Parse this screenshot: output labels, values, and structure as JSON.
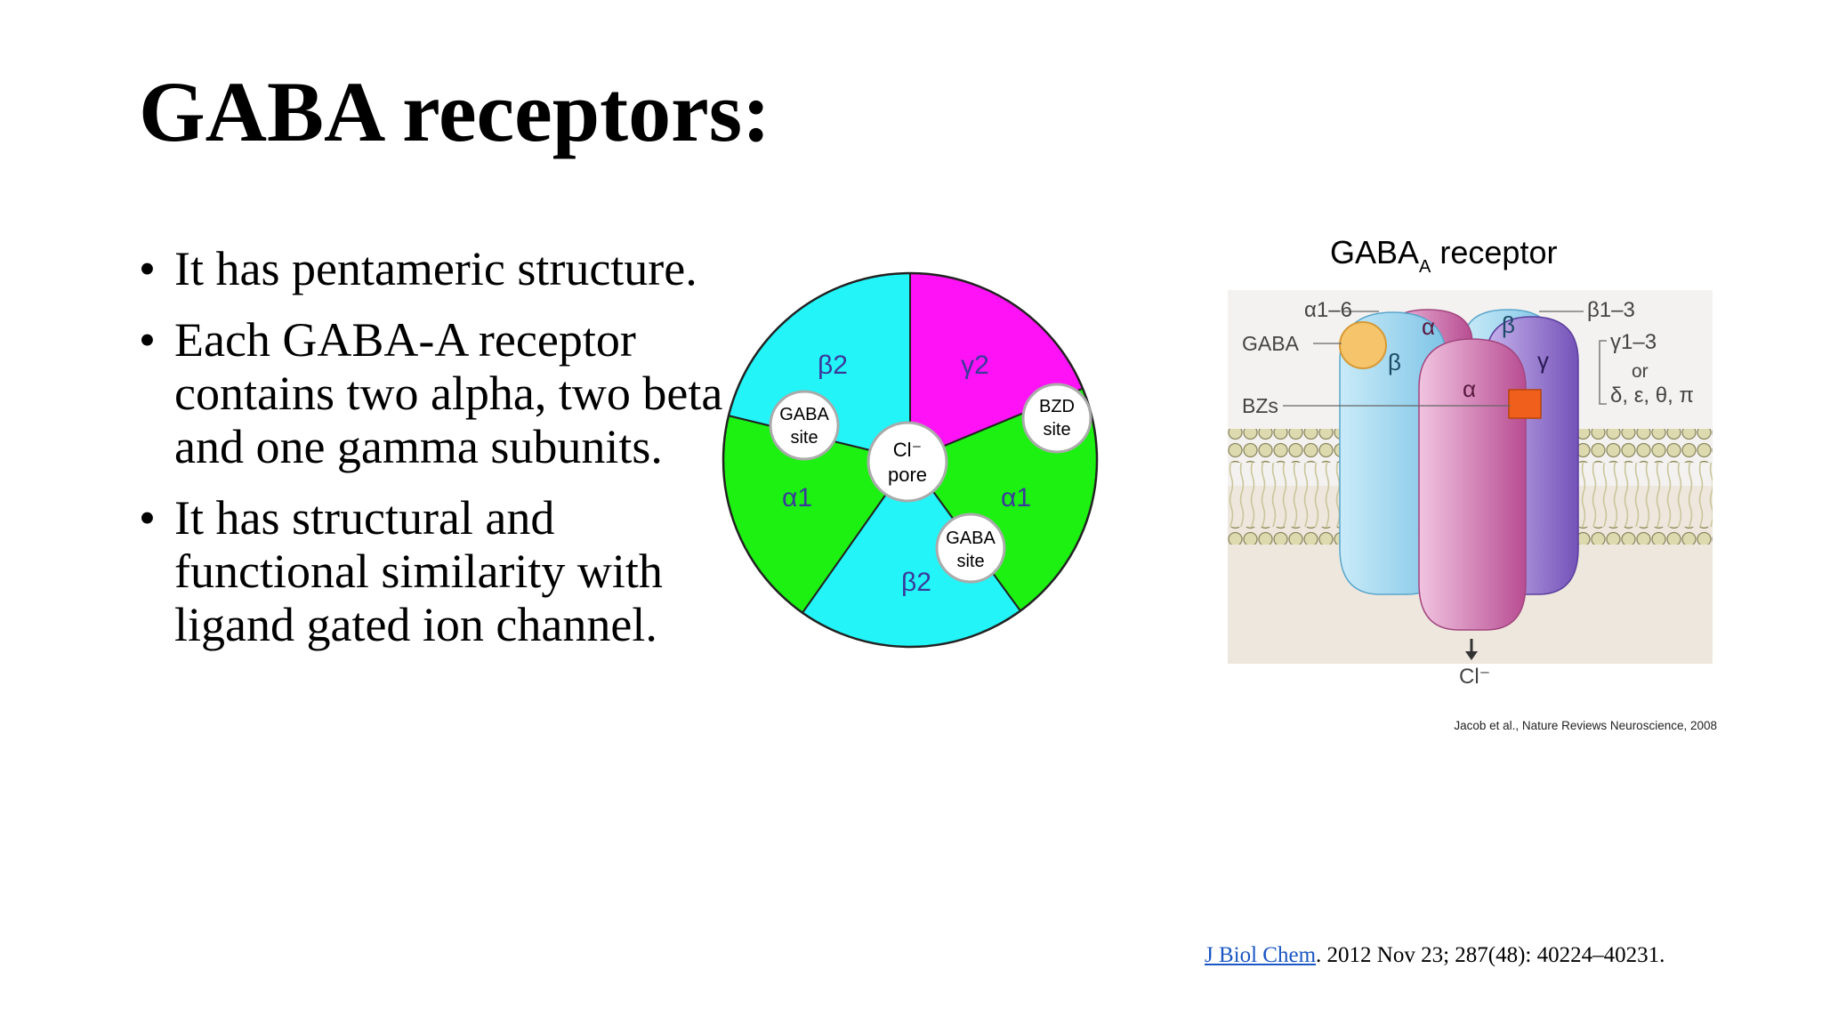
{
  "slide": {
    "title": "GABA receptors:",
    "bullets": [
      "It has pentameric structure.",
      "Each GABA-A receptor contains two alpha, two beta and one gamma subunits.",
      "It has structural and functional similarity with ligand gated ion channel."
    ],
    "bullet_symbol": "•"
  },
  "pie_diagram": {
    "subunits": [
      "β2",
      "γ2",
      "α1",
      "β2",
      "α1"
    ],
    "gaba_site_label": [
      "GABA",
      "site"
    ],
    "bzd_site_label": [
      "BZD",
      "site"
    ],
    "pore_label": [
      "Cl⁻",
      "pore"
    ],
    "colors": {
      "beta": "#22f4f8",
      "gamma": "#ff12f5",
      "alpha": "#1cf112",
      "site_fill": "#ffffff",
      "subunit_text": "#3a3a9a"
    }
  },
  "receptor_diagram": {
    "title_main": "GABA",
    "title_sub": "A",
    "title_rest": " receptor",
    "alpha_range": "α1–6",
    "beta_range": "β1–3",
    "gamma_range": "γ1–3",
    "or": "or",
    "alt_subunits": "δ, ε, θ, π",
    "gaba": "GABA",
    "bzs": "BZs",
    "sub_alpha": "α",
    "sub_beta": "β",
    "sub_gamma": "γ",
    "ion": "Cl⁻",
    "credit": "Jacob et al., Nature Reviews Neuroscience, 2008",
    "colors": {
      "beta": "#9fd6f0",
      "alpha": "#d466a8",
      "gamma": "#8f6fd0",
      "gaba_ligand": "#f6c46a",
      "bz_site": "#f0601c",
      "lipid_head": "#d6d2a0"
    }
  },
  "citation": {
    "link_text": "J Biol Chem",
    "rest": ". 2012 Nov 23; 287(48): 40224–40231."
  }
}
